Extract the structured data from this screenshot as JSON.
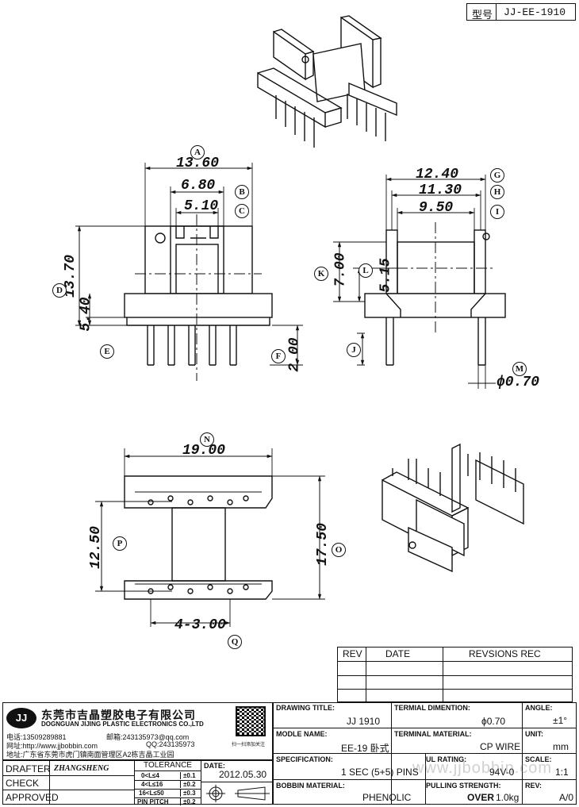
{
  "model_box": {
    "label": "型号",
    "value": "JJ-EE-1910"
  },
  "views": {
    "front": {
      "A": "13.60",
      "B": "6.80",
      "C": "5.10",
      "D": "13.70",
      "E": "5.40",
      "F": "2.00",
      "tags": {
        "A": "A",
        "B": "B",
        "C": "C",
        "D": "D",
        "E": "E",
        "F": "F"
      }
    },
    "side": {
      "G": "12.40",
      "H": "11.30",
      "I": "9.50",
      "K": "7.00",
      "L": "5.15",
      "M": "ϕ0.70",
      "tags": {
        "G": "G",
        "H": "H",
        "I": "I",
        "J": "J",
        "K": "K",
        "L": "L",
        "M": "M"
      }
    },
    "bottom": {
      "N": "19.00",
      "P": "12.50",
      "O": "17.50",
      "Q": "4-3.00",
      "tags": {
        "N": "N",
        "O": "O",
        "P": "P",
        "Q": "Q"
      }
    }
  },
  "revision_table": {
    "headers": [
      "REV",
      "DATE",
      "REVSIONS REC"
    ]
  },
  "company": {
    "logo": "JJ",
    "name_cn": "东莞市吉晶塑胶电子有限公司",
    "name_en": "DOGNGUAN JIJING PLASTIC ELECTRONICS CO.,LTD",
    "phone": "电话:13509289881",
    "email": "邮箱:243135973@qq.com",
    "web": "网址:http://www.jjbobbin.com",
    "qq": "QQ:243135973",
    "address": "地址:广东省东莞市虎门镇南面管理区A2栋吉晶工业园",
    "qr_caption": "扫一扫添加关注"
  },
  "title_block": {
    "drawing_title_label": "DRAWING TITLE:",
    "drawing_title": "JJ 1910",
    "terminal_dim_label": "TERMIAL DIMENTION:",
    "terminal_dim": "ϕ0.70",
    "angle_label": "ANGLE:",
    "angle": "±1°",
    "model_label": "MODLE NAME:",
    "model": "EE-19 卧式",
    "terminal_mat_label": "TERMINAL MATERIAL:",
    "terminal_mat": "CP WIRE",
    "unit_label": "UNIT:",
    "unit": "mm",
    "spec_label": "SPECIFICATION:",
    "spec": "1 SEC (5+5) PINS",
    "ul_label": "UL RATING:",
    "ul": "94V-0",
    "scale_label": "SCALE:",
    "scale": "1:1",
    "bobbin_label": "BOBBIN  MATERIAL:",
    "bobbin": "PHENOLIC",
    "pull_label": "PULLING STRENGTH:",
    "pull_over": "OVER",
    "pull": "1.0kg",
    "rev_label": "REV:",
    "rev": "A/0",
    "drafter_label": "DRAFTER",
    "drafter": "ZHANGSHENG",
    "check_label": "CHECK",
    "approved_label": "APPROVED",
    "tolerance_label": "TOLERANCE",
    "tolerances": [
      {
        "range": "0<L≤4",
        "tol": "±0.1"
      },
      {
        "range": "4<L≤16",
        "tol": "±0.2"
      },
      {
        "range": "16<L≤50",
        "tol": "±0.3"
      },
      {
        "range": "PIN PITCH",
        "tol": "±0.2"
      }
    ],
    "date_label": "DATE:",
    "date": "2012.05.30"
  },
  "watermark": "www.jjbobbin.com"
}
